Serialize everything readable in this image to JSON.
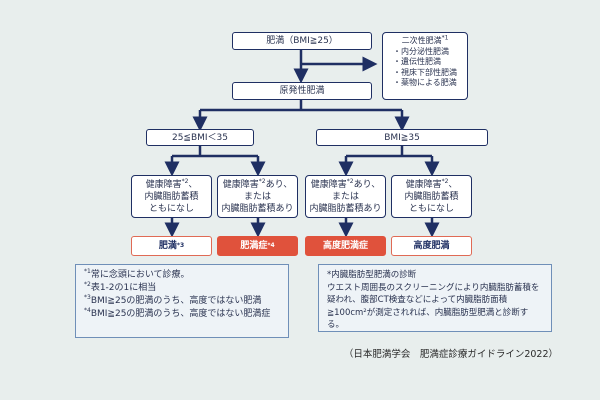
{
  "diagram": {
    "top": {
      "label": "肥満（BMI≧25）"
    },
    "secondary": {
      "title": "二次性肥満",
      "title_mark": "*1",
      "items": [
        "・内分泌性肥満",
        "・遺伝性肥満",
        "・視床下部性肥満",
        "・薬物による肥満"
      ]
    },
    "primary": {
      "label": "原発性肥満"
    },
    "branches": [
      {
        "label": "25≦BMI＜35"
      },
      {
        "label": "BMI≧35"
      }
    ],
    "conditions": [
      {
        "lines": [
          "健康障害",
          "内臓脂肪蓄積",
          "ともになし"
        ],
        "mark": "*2",
        "suffix": "、"
      },
      {
        "lines": [
          "健康障害",
          "または",
          "内臓脂肪蓄積あり"
        ],
        "mark": "*2",
        "suffix": "あり、"
      },
      {
        "lines": [
          "健康障害",
          "または",
          "内臓脂肪蓄積あり"
        ],
        "mark": "*2",
        "suffix": "あり、"
      },
      {
        "lines": [
          "健康障害",
          "内臓脂肪蓄積",
          "ともになし"
        ],
        "mark": "*2",
        "suffix": "、"
      }
    ],
    "results": [
      {
        "label": "肥満",
        "mark": "*3",
        "style": "outline"
      },
      {
        "label": "肥満症",
        "mark": "*4",
        "style": "filled"
      },
      {
        "label": "高度肥満症",
        "mark": "",
        "style": "filled"
      },
      {
        "label": "高度肥満",
        "mark": "",
        "style": "outline"
      }
    ],
    "colors": {
      "line": "#1f2f63",
      "accent": "#e0523c",
      "background": "#e8eeed",
      "note_border": "#6f8fb8"
    }
  },
  "footnotes": [
    {
      "mark": "*1",
      "text": "常に念頭において診療。"
    },
    {
      "mark": "*2",
      "text": "表1-2の1に相当"
    },
    {
      "mark": "*3",
      "text": "BMI≧25の肥満のうち、高度ではない肥満"
    },
    {
      "mark": "*4",
      "text": "BMI≧25の肥満のうち、高度ではない肥満症"
    }
  ],
  "visceral_note": {
    "title": "*内臓脂肪型肥満の診断",
    "lines": [
      "ウエスト周囲長のスクリーニングにより内臓脂肪蓄積を",
      "疑われ、腹部CT検査などによって内臓脂肪面積",
      "≧100cm²が測定されれば、内臓脂肪型肥満と診断する。"
    ]
  },
  "citation": "（日本肥満学会　肥満症診療ガイドライン2022）"
}
